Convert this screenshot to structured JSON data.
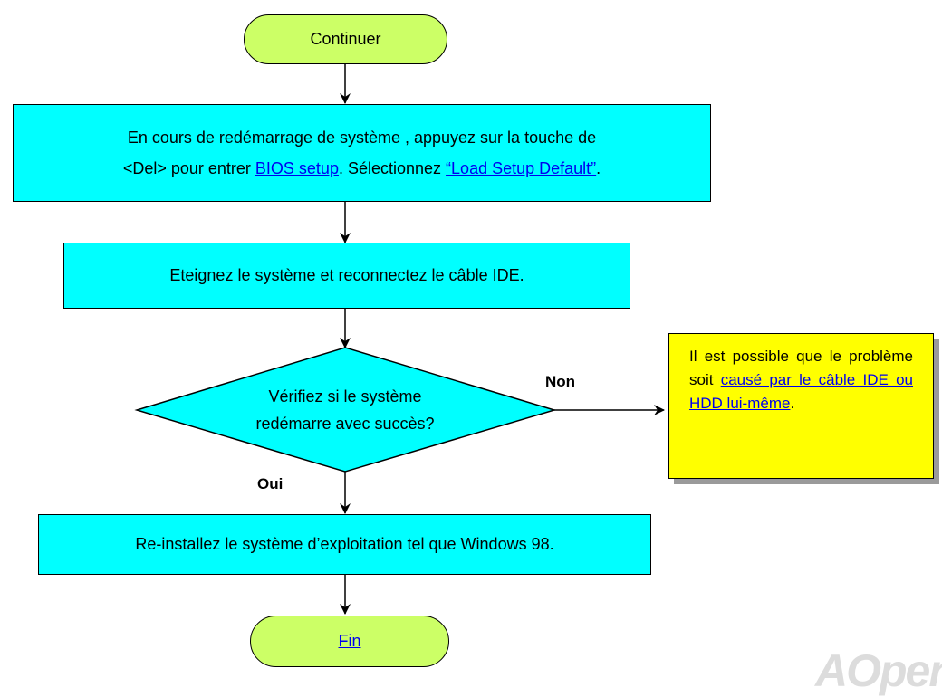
{
  "flowchart": {
    "start": {
      "label": "Continuer"
    },
    "step1": {
      "line1": "En cours de redémarrage de système , appuyez sur la touche de",
      "line2_prefix": "<Del> pour entrer ",
      "bios_link": "BIOS setup",
      "line2_mid": ". Sélectionnez ",
      "load_link": "“Load Setup Default”",
      "line2_suffix": "."
    },
    "step2": {
      "label": "Eteignez le système et reconnectez le câble IDE."
    },
    "decision": {
      "line1": "Vérifiez si le système",
      "line2": "redémarre avec succès?",
      "no_label": "Non",
      "yes_label": "Oui"
    },
    "note": {
      "text": "Il est possible que le problème soit ",
      "link": "causé par le câble IDE ou HDD lui-même",
      "suffix": "."
    },
    "step3": {
      "label": "Re-installez le système d’exploitation tel que Windows 98."
    },
    "end": {
      "label": "Fin"
    }
  },
  "logo": {
    "text": "AOpen"
  },
  "colors": {
    "box": "#00ffff",
    "terminal": "#ccff66",
    "note": "#ffff00",
    "link": "#0000ee"
  }
}
